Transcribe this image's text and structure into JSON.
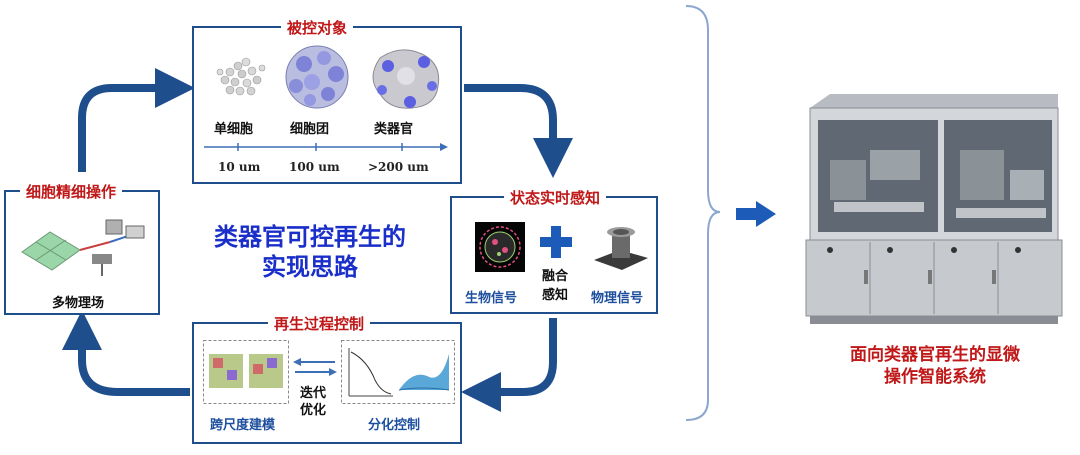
{
  "center": {
    "line1": "类器官可控再生的",
    "line2": "实现思路"
  },
  "target_panel": {
    "title": "被控对象",
    "items": [
      "单细胞",
      "细胞团",
      "类器官"
    ],
    "scale_ticks": [
      "10 um",
      "100 um",
      ">200 um"
    ]
  },
  "sensing_panel": {
    "title": "状态实时感知",
    "bio_label": "生物信号",
    "fusion_line1": "融合",
    "fusion_line2": "感知",
    "physical_label": "物理信号"
  },
  "control_panel": {
    "title": "再生过程控制",
    "modeling_label": "跨尺度建模",
    "iter_line1": "迭代",
    "iter_line2": "优化",
    "diff_label": "分化控制"
  },
  "manip_panel": {
    "title": "细胞精细操作",
    "field_label": "多物理场"
  },
  "system": {
    "line1": "面向类器官再生的显微",
    "line2": "操作智能系统"
  },
  "colors": {
    "flow_arrow": "#1f4e8c",
    "accent_red": "#c01818",
    "center_blue": "#1a2fc9",
    "plus_blue": "#1d5bb8"
  }
}
